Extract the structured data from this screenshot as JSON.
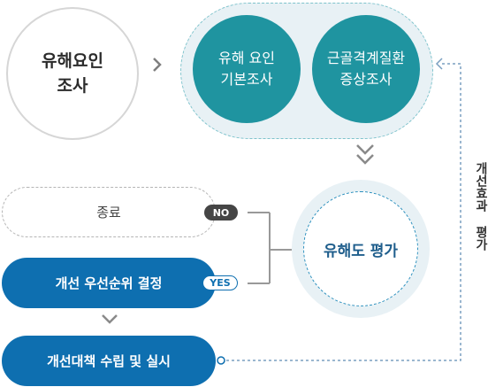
{
  "nodes": {
    "start": "유해요인\n조사",
    "basic_survey": "유해 요인\n기본조사",
    "msk_survey": "근골격계질환\n증상조사",
    "assessment": "유해도 평가",
    "end": "종료",
    "priority": "개선 우선순위 결정",
    "action": "개선대책 수립 및 실시"
  },
  "badges": {
    "no": "NO",
    "yes": "YES"
  },
  "feedback_label": "개선효과 평가",
  "icons": {
    "right": "chevron-right-icon",
    "down_double": "double-chevron-down-icon",
    "down": "chevron-down-icon"
  },
  "colors": {
    "teal": "#1f94a0",
    "blue": "#0e6fb0",
    "pale": "#e8f1f5",
    "dark_badge": "#454545"
  }
}
